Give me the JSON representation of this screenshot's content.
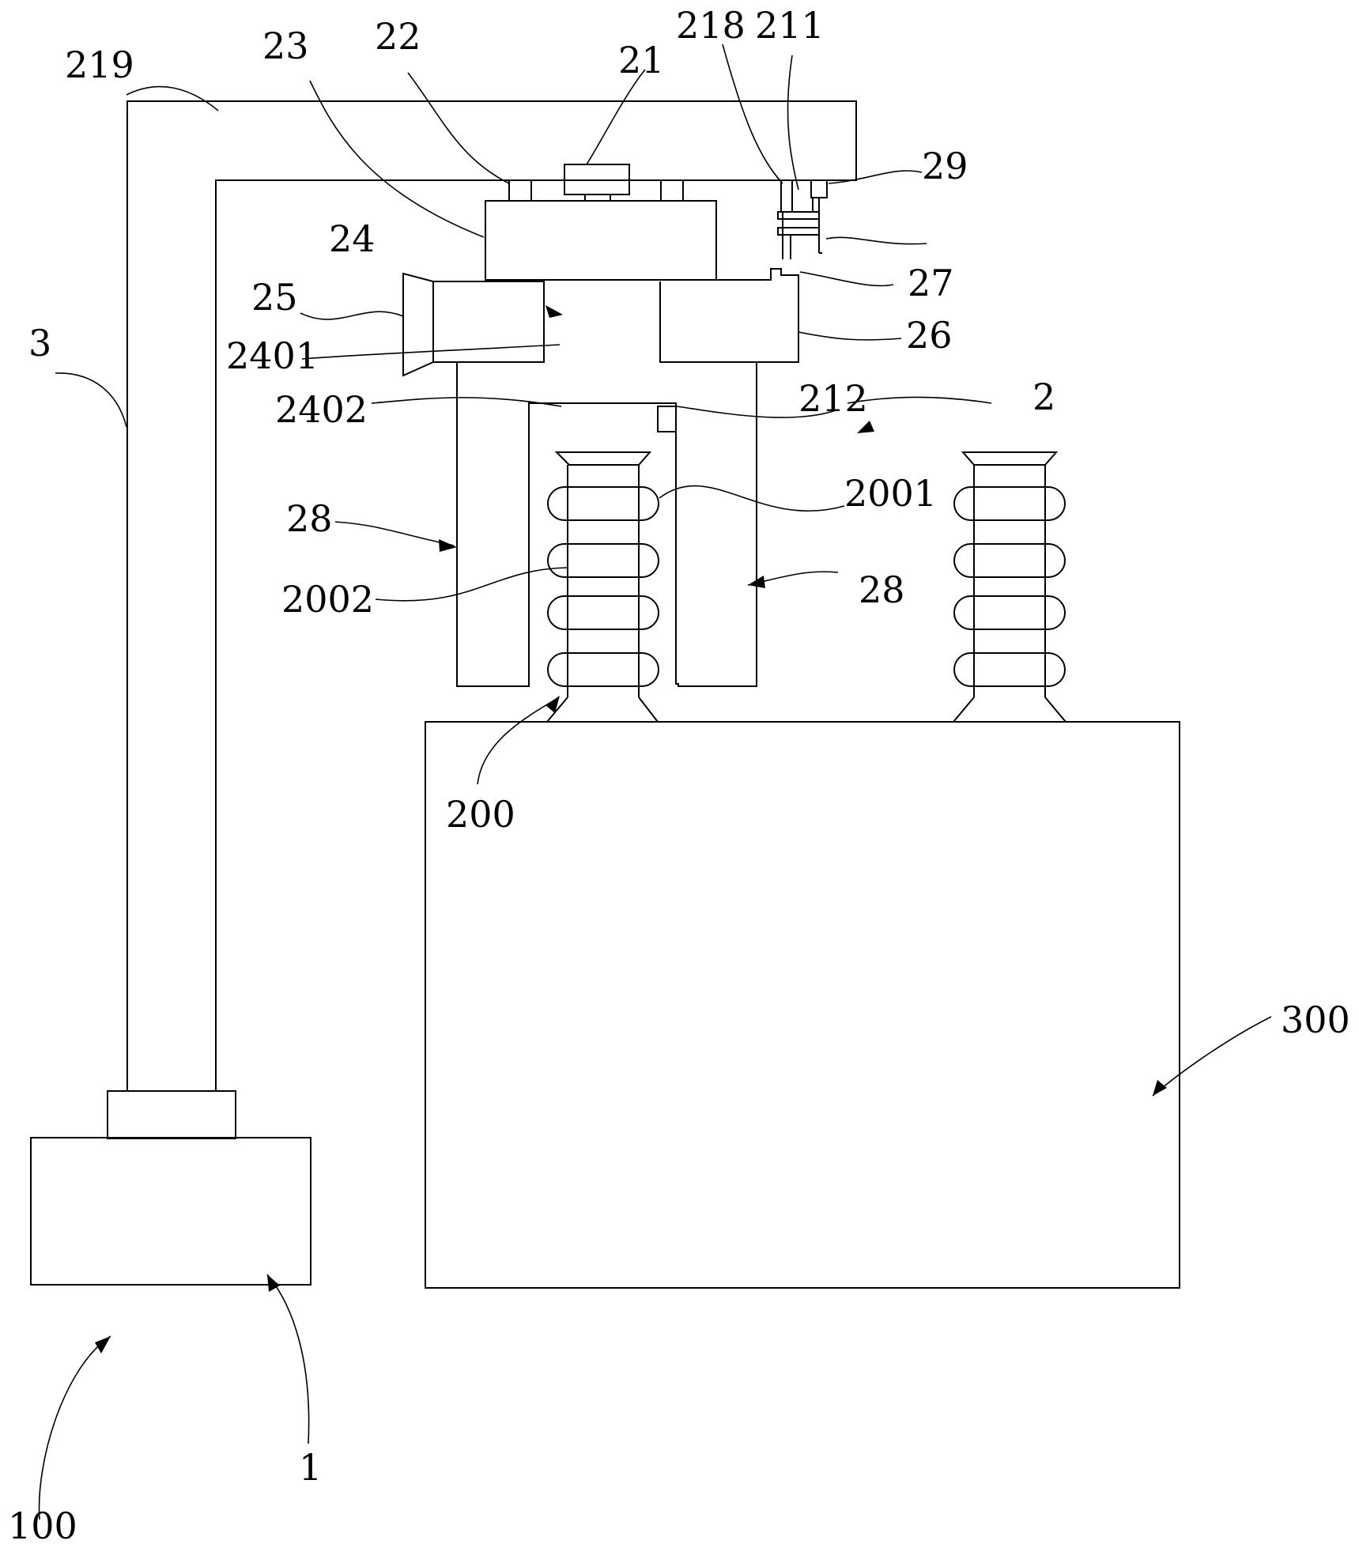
{
  "references": {
    "r219": "219",
    "r23": "23",
    "r22": "22",
    "r21": "21",
    "r218": "218",
    "r211": "211",
    "r29": "29",
    "r24": "24",
    "r27": "27",
    "r25": "25",
    "r26": "26",
    "r2401": "2401",
    "r3": "3",
    "r2402": "2402",
    "r212": "212",
    "r2": "2",
    "r2001": "2001",
    "r28a": "28",
    "r2002": "2002",
    "r28b": "28",
    "r200": "200",
    "r300": "300",
    "r1": "1",
    "r100": "100"
  },
  "colors": {
    "line": "#000000",
    "background": "#ffffff"
  }
}
